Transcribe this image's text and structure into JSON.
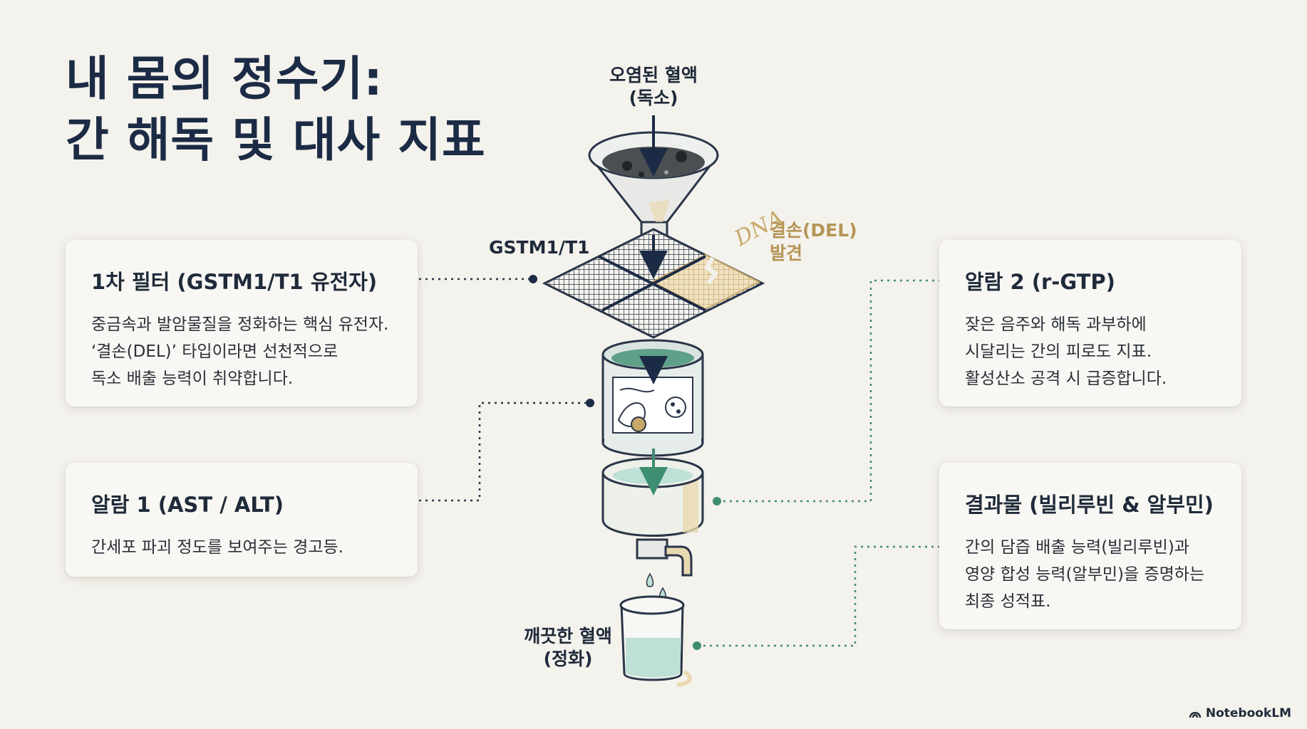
{
  "title": {
    "line1": "내 몸의 정수기:",
    "line2": "간 해독 및 대사 지표"
  },
  "labels": {
    "input_line1": "오염된 혈액",
    "input_line2": "(독소)",
    "filter_gene": "GSTM1/T1",
    "deletion_line1": "결손(DEL)",
    "deletion_line2": "발견",
    "dna_text": "DNA",
    "output_line1": "깨끗한 혈액",
    "output_line2": "(정화)"
  },
  "cards": {
    "filter": {
      "title": "1차 필터 (GSTM1/T1 유전자)",
      "lines": [
        "중금속과 발암물질을 정화하는 핵심 유전자.",
        "‘결손(DEL)’ 타입이라면 선천적으로",
        "독소 배출 능력이 취약합니다."
      ]
    },
    "alarm1": {
      "title": "알람 1 (AST / ALT)",
      "lines": [
        "간세포 파괴 정도를 보여주는 경고등."
      ]
    },
    "alarm2": {
      "title": "알람 2 (r-GTP)",
      "lines": [
        "잦은 음주와 해독 과부하에",
        "시달리는 간의 피로도 지표.",
        "활성산소 공격 시 급증합니다."
      ]
    },
    "result": {
      "title": "결과물 (빌리루빈 & 알부민)",
      "lines": [
        "간의 담즙 배출 능력(빌리루빈)과",
        "영양 합성 능력(알부민)을 증명하는",
        "최종 성적표."
      ]
    }
  },
  "brand": "NotebookLM",
  "icons": [
    "funnel-icon",
    "mesh-filter-icon",
    "cell-tank-icon",
    "collection-bowl-icon",
    "faucet-icon",
    "beaker-icon",
    "notebooklm-logo-icon"
  ],
  "colors": {
    "accent_green": "#3e8e72",
    "gold": "#c8a96a",
    "navy": "#1c2b45",
    "background": "#f4f2ec"
  }
}
